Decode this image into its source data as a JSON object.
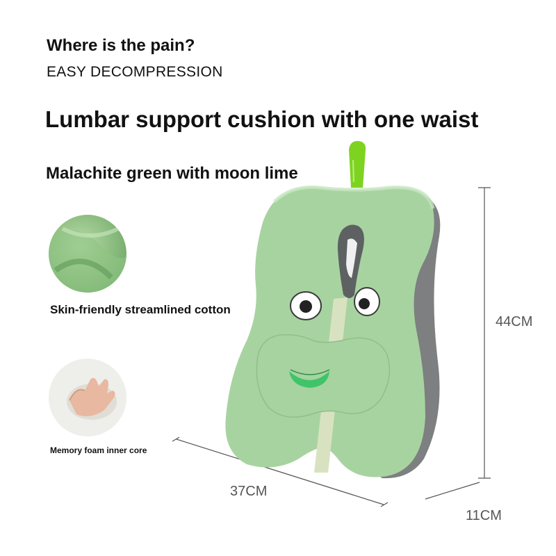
{
  "headline": "Where is the pain?",
  "subhead": "EASY DECOMPRESSION",
  "title": "Lumbar support cushion with one waist",
  "color_name": "Malachite green with moon lime",
  "features": [
    {
      "label": "Skin-friendly streamlined cotton",
      "icon": "fabric-texture-swatch"
    },
    {
      "label": "Memory foam inner core",
      "icon": "memory-foam-hand-print-swatch"
    }
  ],
  "dimensions": {
    "height": "44CM",
    "width": "37CM",
    "depth": "11CM"
  },
  "colors": {
    "cushion_green": "#a7d3a0",
    "side_gray": "#7d7f80",
    "strap_lime": "#7ed321",
    "mouth_green": "#3fc46a"
  }
}
